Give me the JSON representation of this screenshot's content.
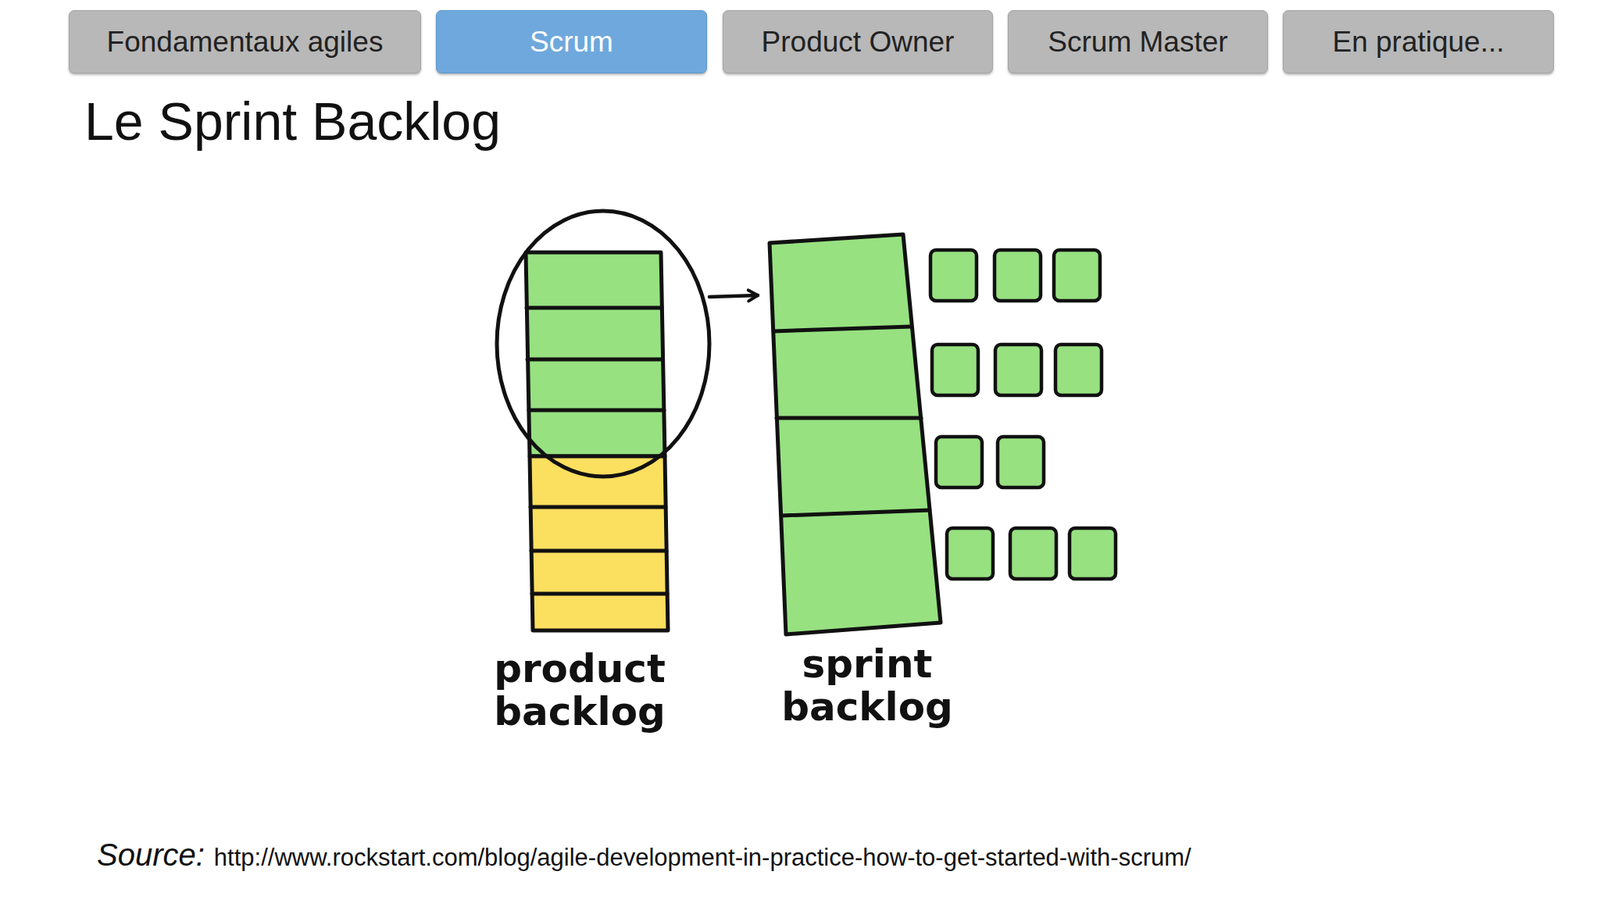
{
  "diagram": {
    "title": "Le Sprint Backlog",
    "caption": "Source:",
    "nodes": [
      {
        "text": [
          "Fondamentaux agiles"
        ]
      },
      {
        "text": [
          "Scrum"
        ]
      },
      {
        "text": [
          "Product Owner"
        ]
      },
      {
        "text": [
          "Scrum Master"
        ]
      },
      {
        "text": [
          "En pratique..."
        ]
      },
      {
        "text": [
          "product backlog"
        ]
      },
      {
        "text": [
          "sprint backlog"
        ]
      }
    ],
    "edges": [
      {
        "from": 5,
        "to": 6,
        "arrow": "to"
      }
    ],
    "labels": [
      "http://www.rockstart.com/blog/agile-development-in-practice-how-to-get-started-with-scrum/"
    ]
  }
}
